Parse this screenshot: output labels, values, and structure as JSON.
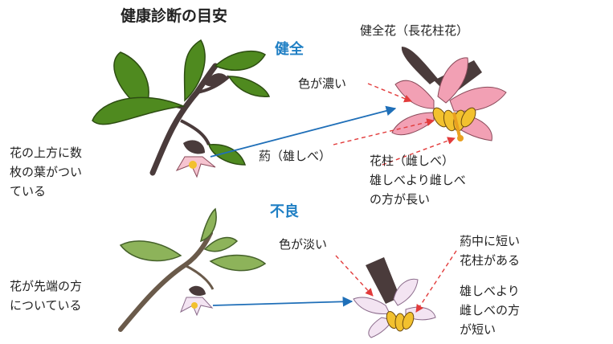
{
  "title": "健康診断の目安",
  "healthy": {
    "heading": "健全",
    "flower_title": "健全花（長花柱花）",
    "leaf_note": "花の上方に数\n枚の葉がつい\nている",
    "color_note": "色が濃い",
    "anther_note": "葯（雄しべ）",
    "style_note": "花柱（雌しべ）\n雄しべより雌しべ\nの方が長い"
  },
  "poor": {
    "heading": "不良",
    "tip_note": "花が先端の方\nについている",
    "color_note": "色が淡い",
    "style_note": "葯中に短い\n花柱がある",
    "length_note": "雄しべより\n雌しべの方\nが短い"
  },
  "colors": {
    "heading": "#1f7fc4",
    "arrow_blue": "#1f6fb8",
    "arrow_red": "#e23b3b",
    "leaf_dark": "#4f8a1f",
    "leaf_light": "#8db35a",
    "stem": "#4a3b3b",
    "petal_deep": "#f2a0b4",
    "petal_pale": "#f3e4f2",
    "anther": "#f2c12e"
  }
}
